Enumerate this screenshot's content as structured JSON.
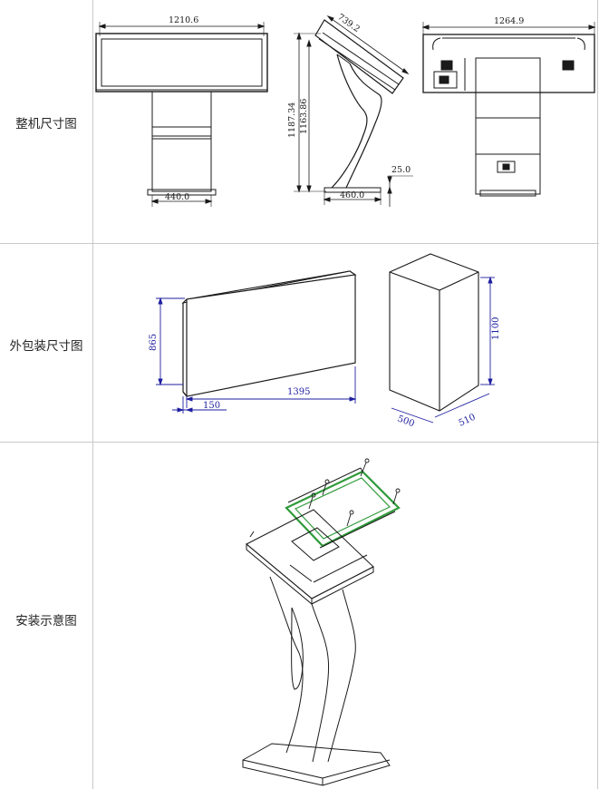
{
  "rows": [
    {
      "label": "整机尺寸图",
      "dims": {
        "front_width": "1210.6",
        "front_base": "440.0",
        "side_slant": "739.2",
        "side_height_total": "1187.34",
        "side_height_inner": "1163.86",
        "side_offset": "25.0",
        "side_base": "460.0",
        "back_width": "1264.9"
      }
    },
    {
      "label": "外包装尺寸图",
      "dims": {
        "box1_height": "865",
        "box1_length": "1395",
        "box1_depth": "150",
        "box2_height": "1100",
        "box2_depth": "500",
        "box2_width": "510"
      }
    },
    {
      "label": "安装示意图"
    }
  ],
  "colors": {
    "line": "#1a1a1a",
    "dimension_blue": "#1e1ea0",
    "highlight_green": "#2f9a3a",
    "border": "#c9c9c9"
  }
}
